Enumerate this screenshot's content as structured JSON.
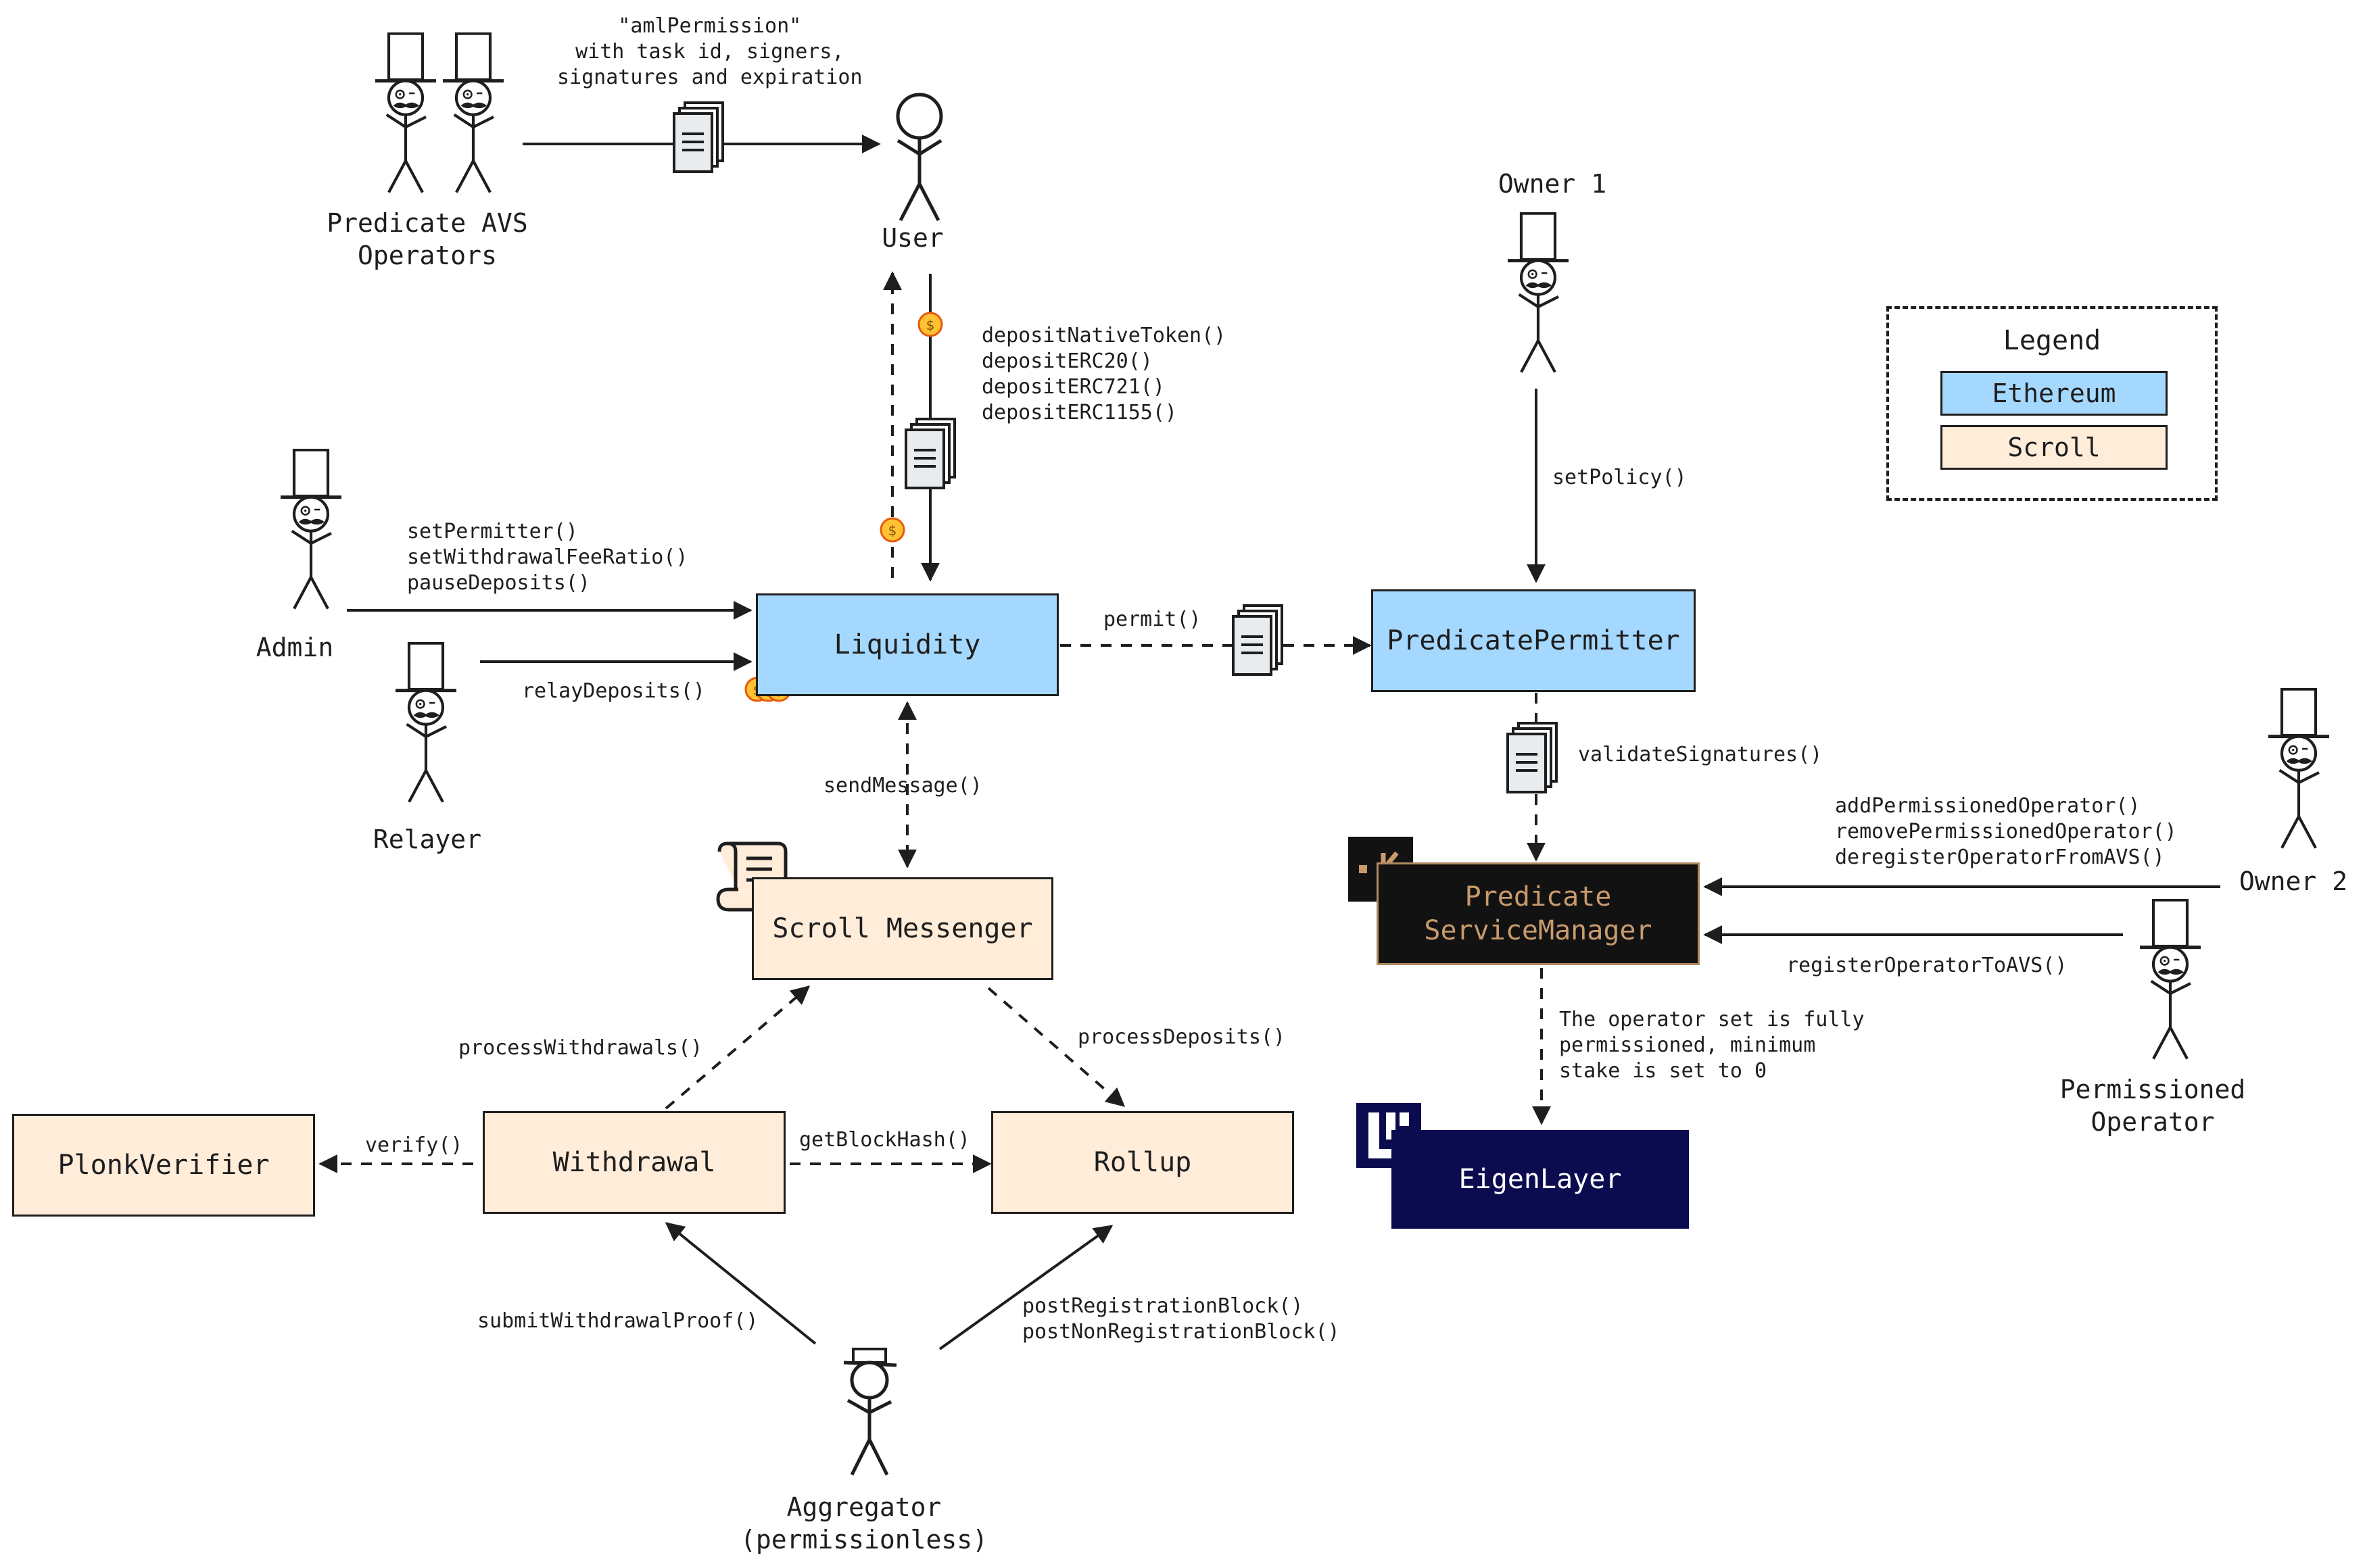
{
  "legend": {
    "title": "Legend",
    "ethereum": "Ethereum",
    "scroll": "Scroll",
    "colors": {
      "ethereum": "#a5d8ff",
      "scroll": "#ffecd9"
    }
  },
  "nodes": {
    "liquidity": "Liquidity",
    "predicate_permitter": "PredicatePermitter",
    "scroll_messenger": "Scroll Messenger",
    "predicate_service_manager": "Predicate\nServiceManager",
    "plonk_verifier": "PlonkVerifier",
    "withdrawal": "Withdrawal",
    "rollup": "Rollup",
    "eigenlayer": "EigenLayer"
  },
  "actors": {
    "predicate_avs_operators": "Predicate AVS\nOperators",
    "user": "User",
    "owner1": "Owner 1",
    "admin": "Admin",
    "relayer": "Relayer",
    "owner2": "Owner 2",
    "permissioned_operator": "Permissioned\nOperator",
    "aggregator": "Aggregator\n(permissionless)"
  },
  "edges": {
    "aml_permission": "\"amlPermission\"\nwith task id, signers,\nsignatures and expiration",
    "deposits": "depositNativeToken()\ndepositERC20()\ndepositERC721()\ndepositERC1155()",
    "admin_calls": "setPermitter()\nsetWithdrawalFeeRatio()\npauseDeposits()",
    "relay_deposits": "relayDeposits()",
    "permit": "permit()",
    "set_policy": "setPolicy()",
    "validate_signatures": "validateSignatures()",
    "owner2_calls": "addPermissionedOperator()\nremovePermissionedOperator()\nderegisterOperatorFromAVS()",
    "register_operator": "registerOperatorToAVS()",
    "send_message": "sendMessage()",
    "process_withdrawals": "processWithdrawals()",
    "process_deposits": "processDeposits()",
    "eigen_note": "The operator set is fully\npermissioned, minimum\nstake is set to 0",
    "verify": "verify()",
    "get_block_hash": "getBlockHash()",
    "submit_withdrawal_proof": "submitWithdrawalProof()",
    "post_blocks": "postRegistrationBlock()\npostNonRegistrationBlock()"
  }
}
